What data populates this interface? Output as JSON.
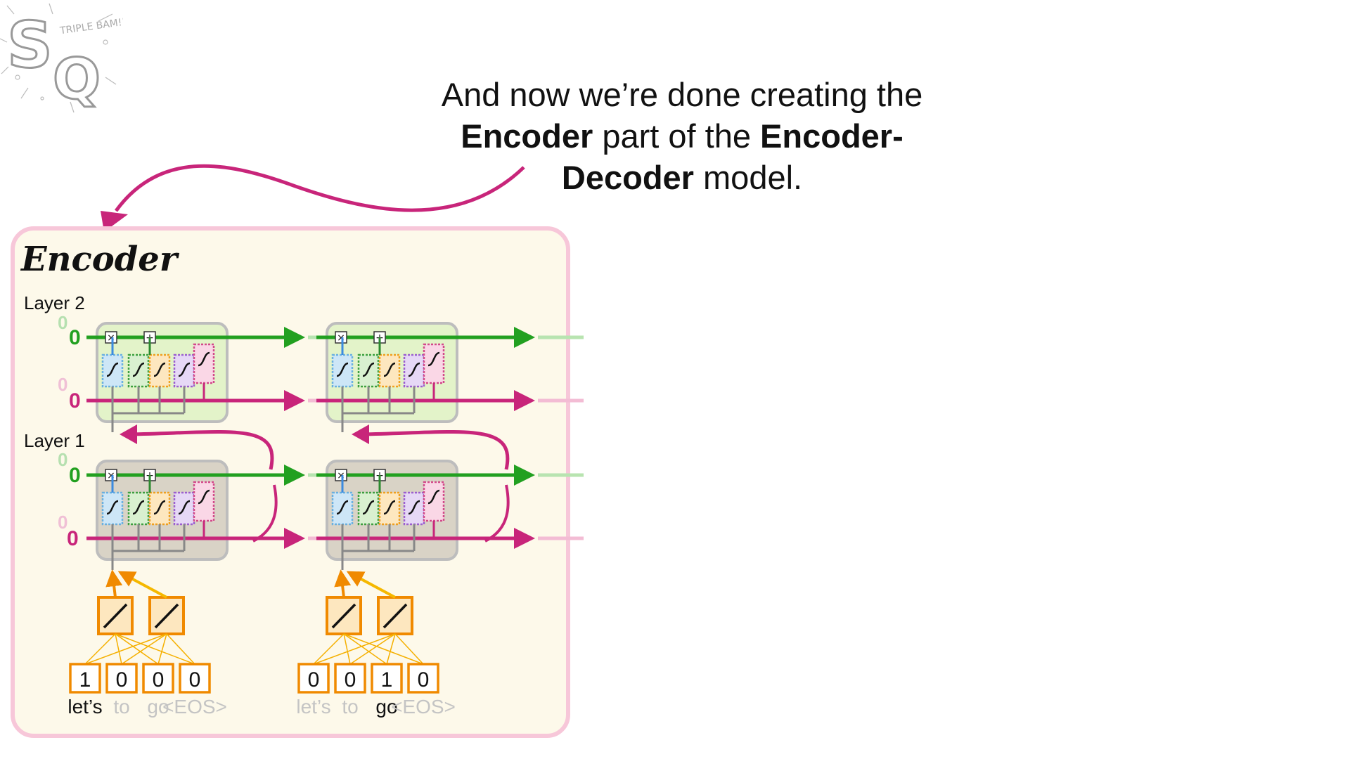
{
  "logo": {
    "initials_1": "S",
    "initials_2": "Q",
    "tagline": "TRIPLE BAM!!"
  },
  "caption": {
    "part1": "And now we’re done creating the",
    "bold1": "Encoder",
    "part2": " part of the ",
    "bold2": "Encoder-",
    "bold3": "Decoder",
    "part3": " model."
  },
  "encoder": {
    "title": "Encoder",
    "layer2_label": "Layer 2",
    "layer1_label": "Layer 1",
    "initial_cell_value": "0",
    "initial_hidden_value": "0",
    "gate_multiply": "×",
    "gate_add": "+",
    "inputs": [
      {
        "one_hot": [
          "1",
          "0",
          "0",
          "0"
        ],
        "tokens": [
          "let’s",
          "to",
          "go",
          "<EOS>"
        ],
        "active_index": 0
      },
      {
        "one_hot": [
          "0",
          "0",
          "1",
          "0"
        ],
        "tokens": [
          "let’s",
          "to",
          "go",
          "<EOS>"
        ],
        "active_index": 2
      }
    ]
  },
  "colors": {
    "cell_state": "#22a020",
    "hidden_state": "#c8257a",
    "embedding": "#f08a00",
    "panel_bg": "#fdf9ea",
    "panel_border": "#f7c7d9",
    "callout_arrow": "#c8257a"
  }
}
